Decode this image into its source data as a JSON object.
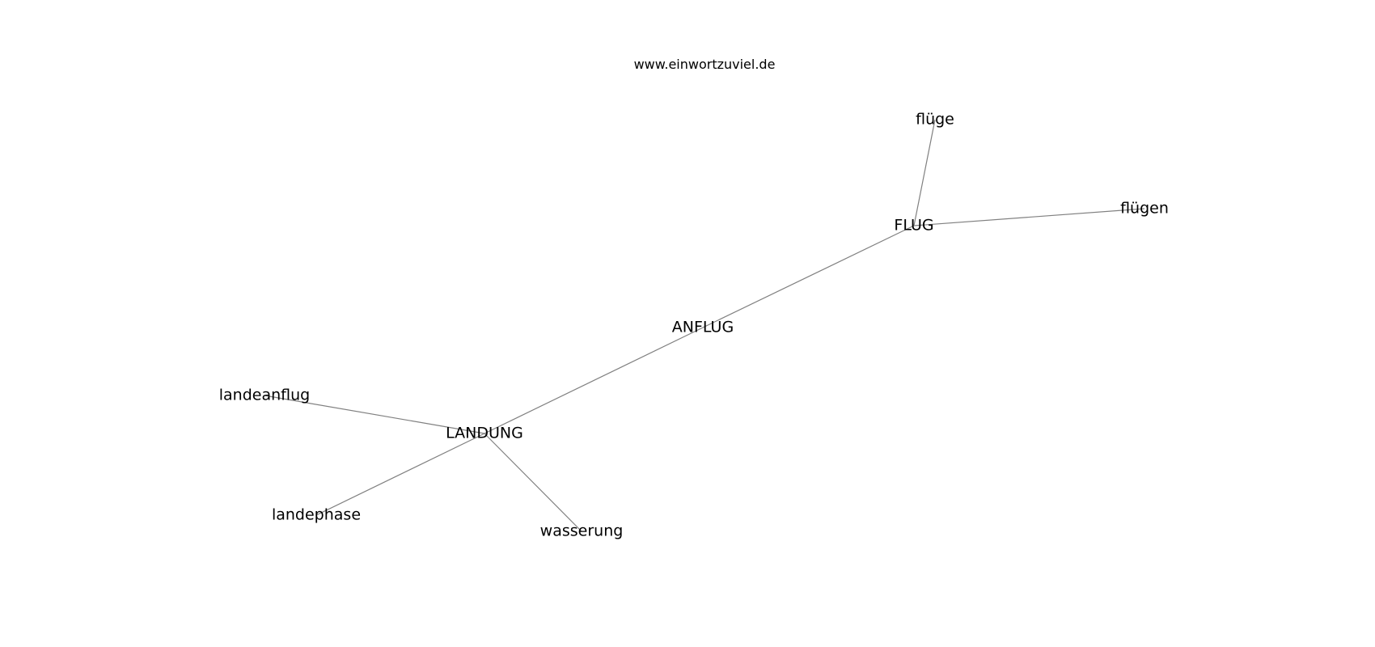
{
  "caption": "www.einwortzuviel.de",
  "graph": {
    "nodes": [
      {
        "id": "anflug",
        "label": "ANFLUG"
      },
      {
        "id": "flug",
        "label": "FLUG"
      },
      {
        "id": "fluege",
        "label": "flüge"
      },
      {
        "id": "fluegen",
        "label": "flügen"
      },
      {
        "id": "landung",
        "label": "LANDUNG"
      },
      {
        "id": "landeanflug",
        "label": "landeanflug"
      },
      {
        "id": "landephase",
        "label": "landephase"
      },
      {
        "id": "wasserung",
        "label": "wasserung"
      }
    ],
    "edges": [
      {
        "from": "anflug",
        "to": "flug"
      },
      {
        "from": "anflug",
        "to": "landung"
      },
      {
        "from": "flug",
        "to": "fluege"
      },
      {
        "from": "flug",
        "to": "fluegen"
      },
      {
        "from": "landung",
        "to": "landeanflug"
      },
      {
        "from": "landung",
        "to": "landephase"
      },
      {
        "from": "landung",
        "to": "wasserung"
      }
    ],
    "colors": {
      "edge": "#808080",
      "label": "#000000",
      "background": "#ffffff"
    }
  }
}
